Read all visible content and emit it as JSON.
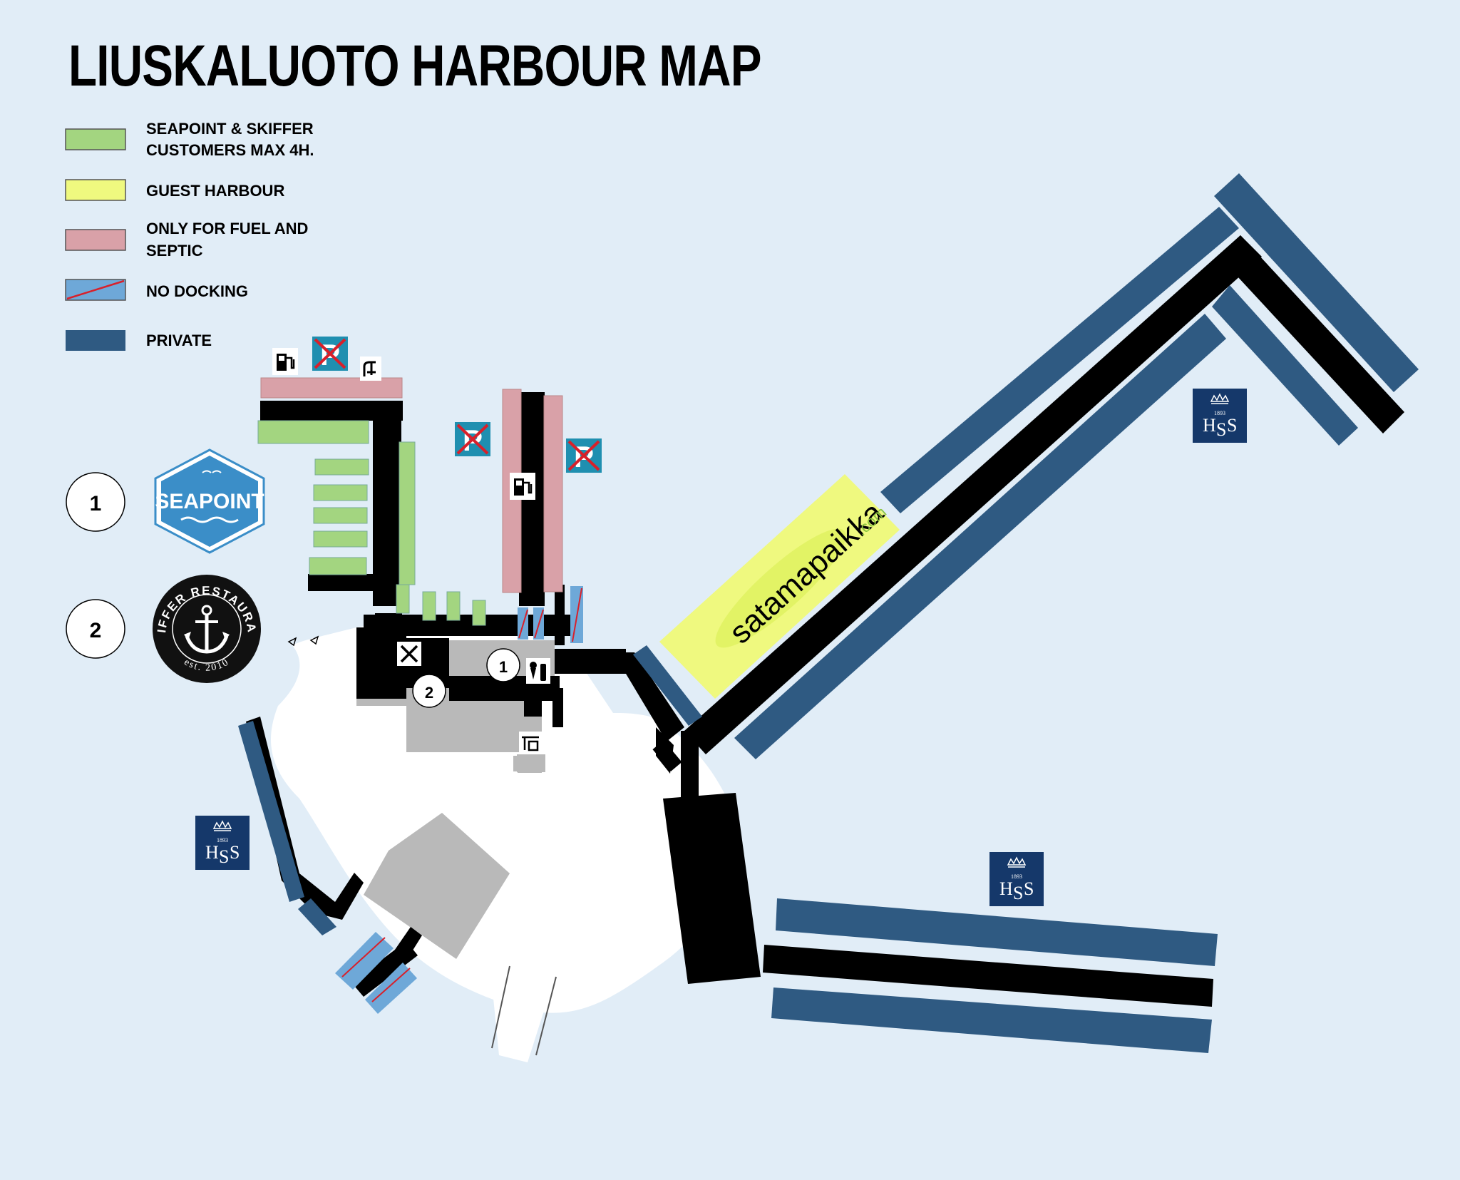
{
  "title": "LIUSKALUOTO HARBOUR MAP",
  "legend": [
    {
      "line1": "SEAPOINT & SKIFFER",
      "line2": "CUSTOMERS MAX 4H.",
      "color": "#a3d580"
    },
    {
      "line1": "GUEST HARBOUR",
      "line2": "",
      "color": "#eff97f"
    },
    {
      "line1": "ONLY FOR FUEL AND",
      "line2": "SEPTIC",
      "color": "#d9a1a8"
    },
    {
      "line1": "NO DOCKING",
      "line2": "",
      "color": "#6ea8d8"
    },
    {
      "line1": "PRIVATE",
      "line2": "",
      "color": "#2f5a82"
    }
  ],
  "places": [
    {
      "number": "1",
      "logo_text": "SEAPOINT"
    },
    {
      "number": "2",
      "logo_text": "SKIFFER RESTAURANT",
      "logo_subtext": "est. 2010"
    }
  ],
  "guest_harbour_brand": {
    "name": "satamapaikka",
    "suffix": ".com"
  },
  "hss_badge": {
    "letters_left": "H",
    "letters_middle": "S",
    "letters_right": "S",
    "year": "1893"
  },
  "colors": {
    "water": "#e1edf7",
    "pier": "#000000",
    "private": "#2f5a82",
    "customer": "#a3d580",
    "guest": "#eff97f",
    "fuel": "#d9a1a8",
    "no_docking": "#6ea8d8",
    "building": "#b9b9b9",
    "no_parking": "#1f8fb0"
  },
  "icons": [
    "fuel-pump-icon",
    "no-parking-icon",
    "septic-pump-icon",
    "restaurant-icon",
    "ice-cream-icon",
    "sauna-icon",
    "anchor-icon"
  ]
}
